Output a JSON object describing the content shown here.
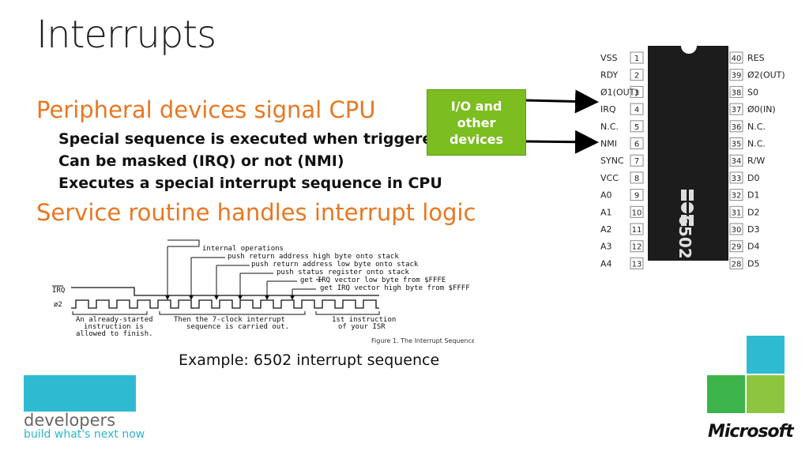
{
  "slide": {
    "title": "Interrupts",
    "bullets": [
      {
        "level": 1,
        "text": "Peripheral devices signal CPU"
      },
      {
        "level": 2,
        "text": "Special sequence is executed when triggered"
      },
      {
        "level": 2,
        "text": "Can be masked (IRQ) or not (NMI)"
      },
      {
        "level": 2,
        "text": "Executes a special interrupt sequence in CPU"
      },
      {
        "level": 1,
        "text": "Service routine handles interrupt logic"
      }
    ],
    "io_box_label": "I/O and other devices",
    "caption": "Example: 6502 interrupt sequence"
  },
  "chip": {
    "logo_text": "MOS",
    "name": "6502",
    "left_pins": [
      {
        "num": "1",
        "label": "VSS"
      },
      {
        "num": "2",
        "label": "RDY"
      },
      {
        "num": "3",
        "label": "Ø1(OUT)"
      },
      {
        "num": "4",
        "label": "IRQ"
      },
      {
        "num": "5",
        "label": "N.C."
      },
      {
        "num": "6",
        "label": "NMI"
      },
      {
        "num": "7",
        "label": "SYNC"
      },
      {
        "num": "8",
        "label": "VCC"
      },
      {
        "num": "9",
        "label": "A0"
      },
      {
        "num": "10",
        "label": "A1"
      },
      {
        "num": "11",
        "label": "A2"
      },
      {
        "num": "12",
        "label": "A3"
      },
      {
        "num": "13",
        "label": "A4"
      }
    ],
    "right_pins": [
      {
        "num": "40",
        "label": "RES"
      },
      {
        "num": "39",
        "label": "Ø2(OUT)"
      },
      {
        "num": "38",
        "label": "S0"
      },
      {
        "num": "37",
        "label": "Ø0(IN)"
      },
      {
        "num": "36",
        "label": "N.C."
      },
      {
        "num": "35",
        "label": "N.C."
      },
      {
        "num": "34",
        "label": "R/W"
      },
      {
        "num": "33",
        "label": "D0"
      },
      {
        "num": "32",
        "label": "D1"
      },
      {
        "num": "31",
        "label": "D2"
      },
      {
        "num": "30",
        "label": "D3"
      },
      {
        "num": "29",
        "label": "D4"
      },
      {
        "num": "28",
        "label": "D5"
      }
    ]
  },
  "timing": {
    "annotations": [
      "internal operations",
      "push return address high byte onto stack",
      "push return address low byte onto stack",
      "push status register onto stack",
      "get IRQ vector low byte from $FFFE",
      "get IRQ vector high byte from $FFFF"
    ],
    "signal_irq": "IRQ",
    "signal_clock": "ø2",
    "phase1": [
      "An already-started",
      "instruction is",
      "allowed to finish."
    ],
    "phase2": [
      "Then the 7-clock interrupt",
      "sequence is carried out."
    ],
    "phase3": [
      "1st instruction",
      "of your ISR"
    ],
    "figure_caption": "Figure 1. The Interrupt Sequence"
  },
  "branding": {
    "developers": "developers",
    "tagline": "build what's next now",
    "microsoft": "Microsoft",
    "colors": {
      "teal": "#2ebbd1",
      "green": "#3cb44a",
      "lime": "#8cc63e",
      "orange": "#e87722"
    }
  }
}
